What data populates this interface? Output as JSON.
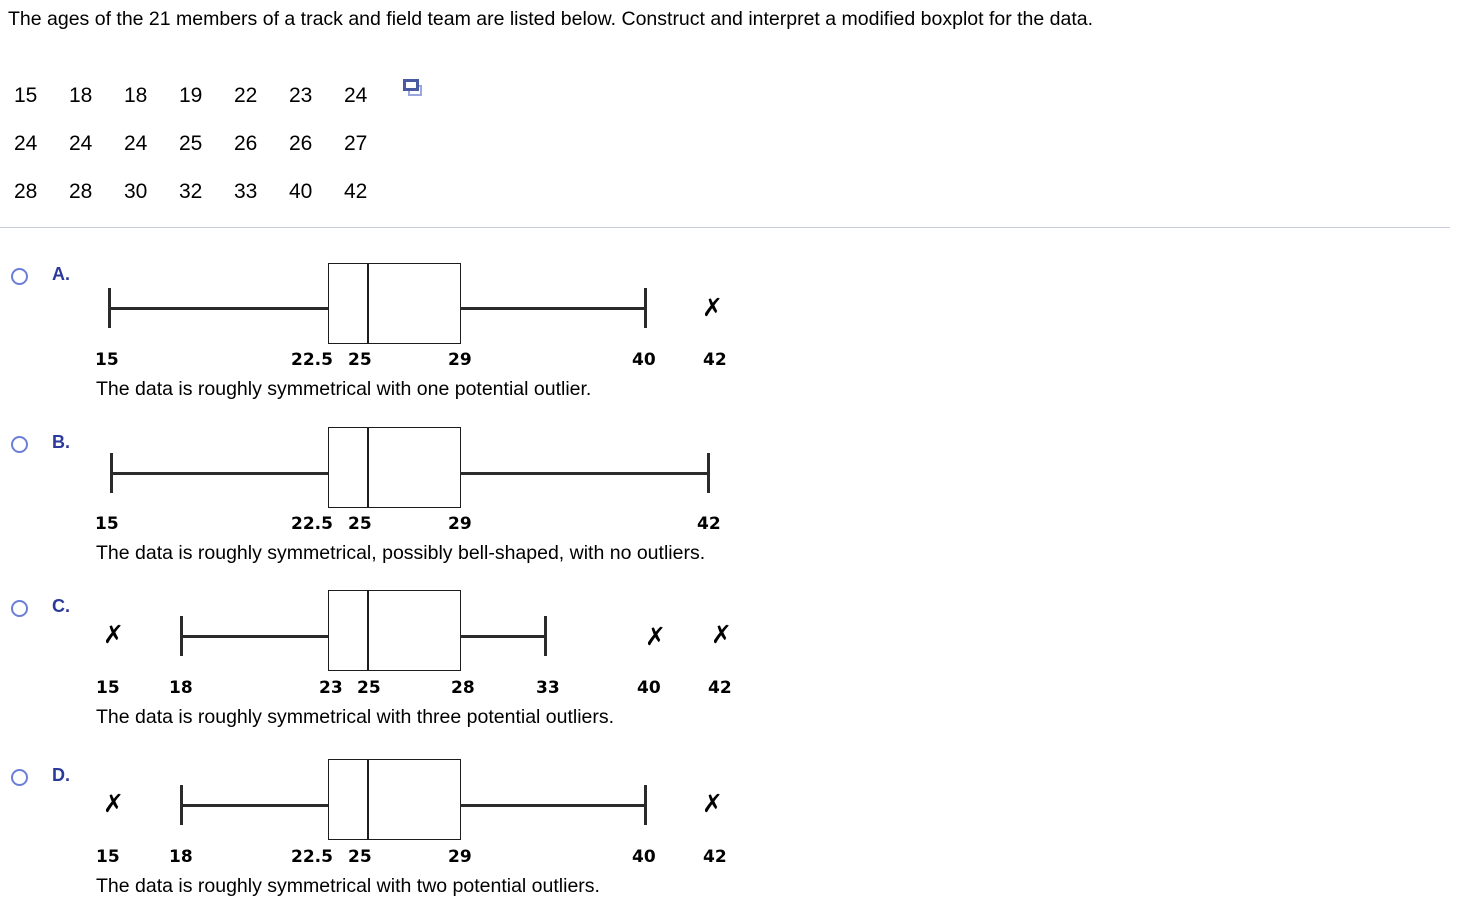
{
  "question": {
    "stem": "The ages of the 21 members of a track and field team are listed below. Construct and interpret a modified boxplot for the data.",
    "data_rows": [
      [
        "15",
        "18",
        "18",
        "19",
        "22",
        "23",
        "24"
      ],
      [
        "24",
        "24",
        "24",
        "25",
        "26",
        "26",
        "27"
      ],
      [
        "28",
        "28",
        "30",
        "32",
        "33",
        "40",
        "42"
      ]
    ],
    "copy_icon": "copy-icon"
  },
  "options": [
    {
      "letter": "A.",
      "interpretation": "The data is roughly symmetrical with one potential outlier.",
      "labels": [
        "15",
        "22.5",
        "25",
        "29",
        "40",
        "42"
      ],
      "chart_data": {
        "type": "boxplot",
        "min_whisker": 15,
        "q1": 22.5,
        "median": 25,
        "q3": 29,
        "max_whisker": 40,
        "outliers": [
          42
        ]
      }
    },
    {
      "letter": "B.",
      "interpretation": "The data is roughly symmetrical, possibly bell-shaped, with no outliers.",
      "labels": [
        "15",
        "22.5",
        "25",
        "29",
        "42"
      ],
      "chart_data": {
        "type": "boxplot",
        "min_whisker": 15,
        "q1": 22.5,
        "median": 25,
        "q3": 29,
        "max_whisker": 42,
        "outliers": []
      }
    },
    {
      "letter": "C.",
      "interpretation": "The data is roughly symmetrical with three potential outliers.",
      "labels": [
        "15",
        "18",
        "23",
        "25",
        "28",
        "33",
        "40",
        "42"
      ],
      "chart_data": {
        "type": "boxplot",
        "min_whisker": 18,
        "q1": 23,
        "median": 25,
        "q3": 28,
        "max_whisker": 33,
        "outliers": [
          15,
          40,
          42
        ]
      }
    },
    {
      "letter": "D.",
      "interpretation": "The data is roughly symmetrical with two potential outliers.",
      "labels": [
        "15",
        "18",
        "22.5",
        "25",
        "29",
        "40",
        "42"
      ],
      "chart_data": {
        "type": "boxplot",
        "min_whisker": 18,
        "q1": 22.5,
        "median": 25,
        "q3": 29,
        "max_whisker": 40,
        "outliers": [
          15,
          42
        ]
      }
    }
  ],
  "glyphs": {
    "outlier_mark": "✗"
  },
  "colors": {
    "radio_border": "#6b7fd7",
    "option_letter": "#2b3a9b",
    "plot_stroke": "#1d1d1d",
    "divider": "#c9ccdd",
    "copy_icon_front": "#4a5aa0",
    "copy_icon_back": "#9aa6de"
  }
}
